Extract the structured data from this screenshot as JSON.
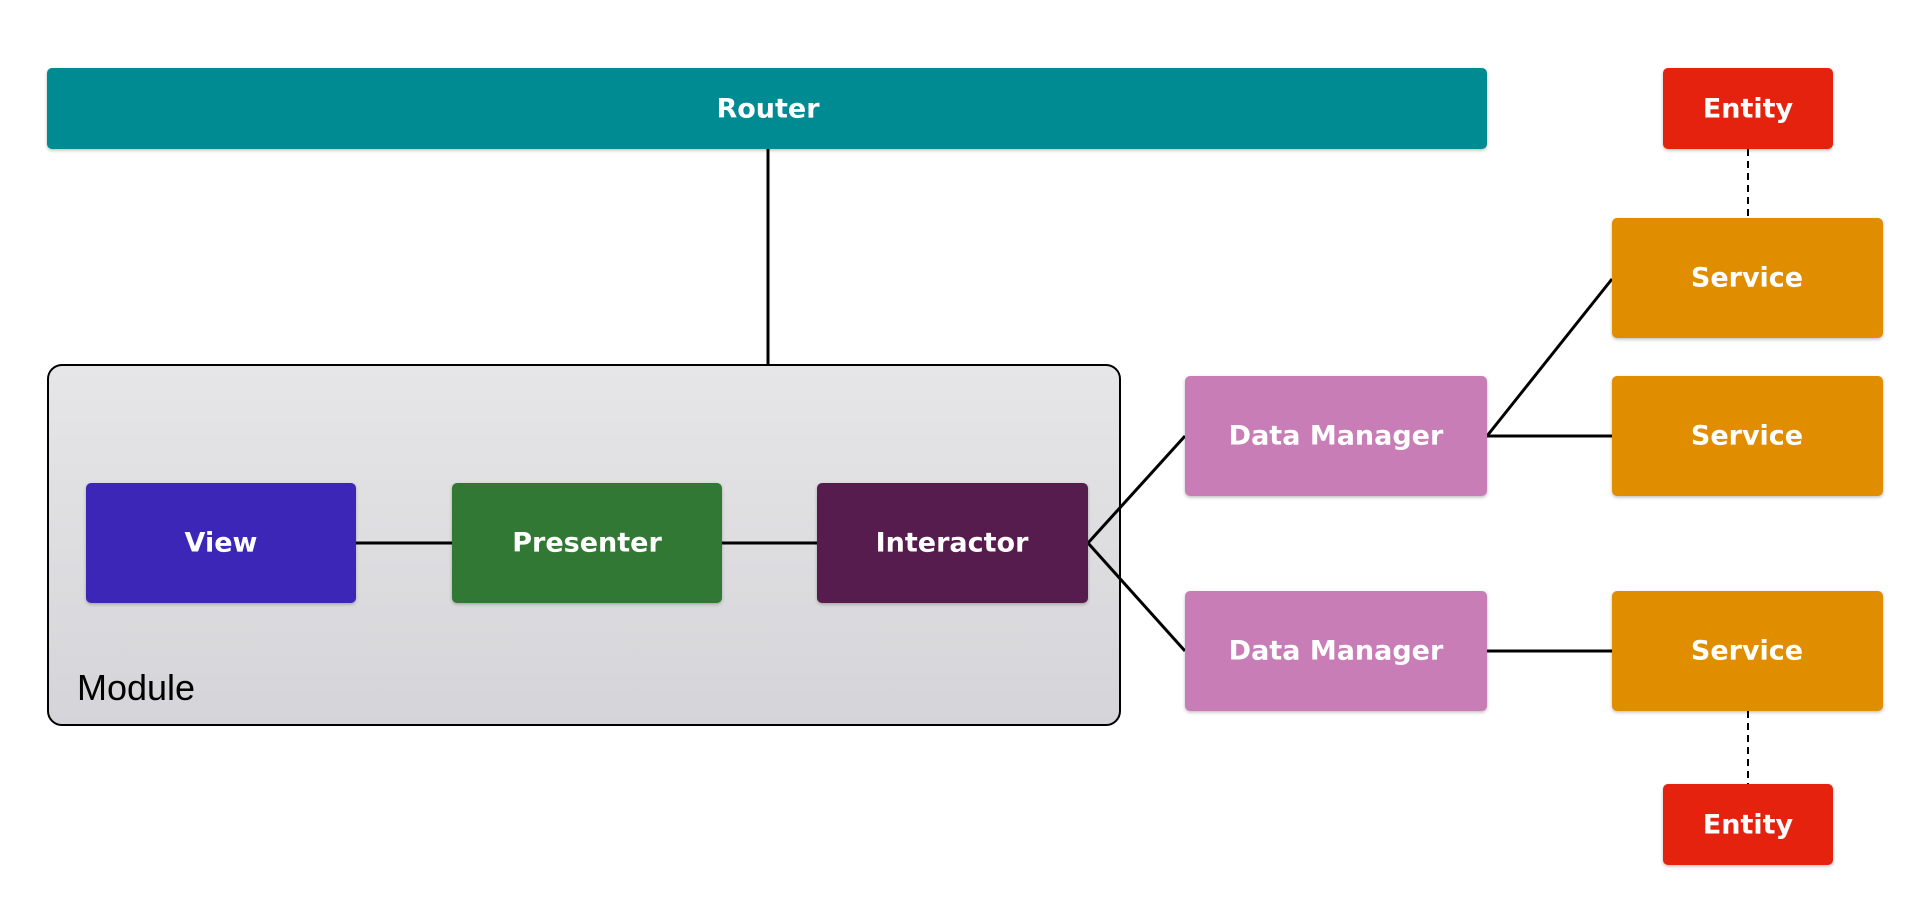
{
  "colors": {
    "router": "#008a92",
    "view": "#3a28b8",
    "presenter": "#307836",
    "interactor": "#561c4e",
    "data_manager": "#c97db6",
    "service": "#e08e06",
    "entity": "#e4230a",
    "module_top": "#e6e6e8",
    "module_bottom": "#d5d5d9",
    "module_border": "#000000"
  },
  "nodes": {
    "router": {
      "label": "Router"
    },
    "module": {
      "label": "Module"
    },
    "view": {
      "label": "View"
    },
    "presenter": {
      "label": "Presenter"
    },
    "interactor": {
      "label": "Interactor"
    },
    "data_manager_top": {
      "label": "Data Manager"
    },
    "data_manager_bottom": {
      "label": "Data Manager"
    },
    "service_top": {
      "label": "Service"
    },
    "service_middle": {
      "label": "Service"
    },
    "service_bottom": {
      "label": "Service"
    },
    "entity_top": {
      "label": "Entity"
    },
    "entity_bottom": {
      "label": "Entity"
    }
  },
  "edges": [
    {
      "from": "router",
      "to": "module",
      "style": "solid"
    },
    {
      "from": "view",
      "to": "presenter",
      "style": "solid"
    },
    {
      "from": "presenter",
      "to": "interactor",
      "style": "solid"
    },
    {
      "from": "interactor",
      "to": "data_manager_top",
      "style": "solid"
    },
    {
      "from": "interactor",
      "to": "data_manager_bottom",
      "style": "solid"
    },
    {
      "from": "data_manager_top",
      "to": "service_top",
      "style": "solid"
    },
    {
      "from": "data_manager_top",
      "to": "service_middle",
      "style": "solid"
    },
    {
      "from": "data_manager_bottom",
      "to": "service_bottom",
      "style": "solid"
    },
    {
      "from": "entity_top",
      "to": "service_top",
      "style": "dashed"
    },
    {
      "from": "service_bottom",
      "to": "entity_bottom",
      "style": "dashed"
    }
  ]
}
